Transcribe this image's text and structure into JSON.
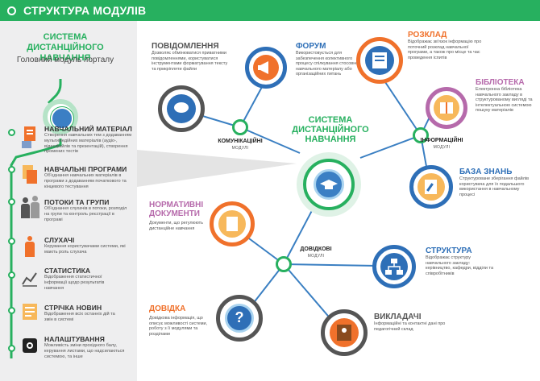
{
  "header": {
    "title": "СТРУКТУРА МОДУЛІВ"
  },
  "sidebar": {
    "title": "СИСТЕМА ДИСТАНЦІЙНОГО НАВЧАННЯ",
    "subtitle": "Головний модуль порталу",
    "items": [
      {
        "title": "НАВЧАЛЬНИЙ МАТЕРІАЛ",
        "desc": "Створення навчальних тем з додаванням мультимедійних матеріалів (аудіо-, відеофайлів та презентацій), створення промених тестів",
        "icon": "document-media-icon"
      },
      {
        "title": "НАВЧАЛЬНІ ПРОГРАМИ",
        "desc": "Об'єднання навчальних матеріалів в програми з додаванням початкового та кінцевого тестування",
        "icon": "documents-icon"
      },
      {
        "title": "ПОТОКИ ТА ГРУПИ",
        "desc": "Об'єднання слухачів в потоки, розподіл на групи та контроль реєстрації в програмі",
        "icon": "people-icon"
      },
      {
        "title": "СЛУХАЧІ",
        "desc": "Керування користувачами системи, які мають роль слухача",
        "icon": "person-icon"
      },
      {
        "title": "СТАТИСТИКА",
        "desc": "Відображення статистичної інформації щодо результатів навчання",
        "icon": "chart-icon"
      },
      {
        "title": "СТРІЧКА НОВИН",
        "desc": "Відображення всіх останніх дій та змін в системі",
        "icon": "news-icon"
      },
      {
        "title": "НАЛАШТУВАННЯ",
        "desc": "Можливість зміни прохідного балу, керування листами, що надсилаються системою, та інше",
        "icon": "settings-icon"
      }
    ]
  },
  "center": {
    "title": "СИСТЕМА ДИСТАНЦІЙНОГО НАВЧАННЯ"
  },
  "categories": {
    "communication": {
      "title": "КОМУНІКАЦІЙНІ",
      "sub": "МОДУЛІ"
    },
    "information": {
      "title": "ІНФОРМАЦІЙНІ",
      "sub": "МОДУЛІ"
    },
    "reference": {
      "title": "ДОВІДКОВІ",
      "sub": "МОДУЛІ"
    }
  },
  "modules": {
    "messages": {
      "title": "ПОВІДОМЛЕННЯ",
      "desc": "Дозволяє обмінюватися приватними повідомленнями, користуватися інструментами форматування тексту та прикріпляти файли"
    },
    "forum": {
      "title": "ФОРУМ",
      "desc": "Використовується для забезпечення колективного процесу спілкування стосовно навчального матеріалу або організаційних питань"
    },
    "schedule": {
      "title": "РОЗКЛАД",
      "desc": "Відображає зв'язок інформацію про поточний розклад навчальної програми, а також про місце та час проведення іспитів"
    },
    "library": {
      "title": "БІБЛІОТЕКА",
      "desc": "Електронна бібліотека навчального закладу в структурованому вигляді та інтелектуальною системою пошуку матеріалів"
    },
    "knowledge": {
      "title": "БАЗА ЗНАНЬ",
      "desc": "Структуроване зберігання файлів користувача для їх подальшого використання в навчальному процесі"
    },
    "normative": {
      "title": "НОРМАТИВНІ ДОКУМЕНТИ",
      "desc": "Документи, що регулюють дистанційне навчання"
    },
    "structure": {
      "title": "СТРУКТУРА",
      "desc": "Відображає структуру навчального закладу: керівництво, кафедри, відділи та співробітників"
    },
    "help": {
      "title": "ДОВІДКА",
      "desc": "Довідкова інформація, що описує можливості системи, роботу з її модулями та розділами"
    },
    "teachers": {
      "title": "ВИКЛАДАЧІ",
      "desc": "Інформаційні та контактні дані про педагогічний склад"
    }
  },
  "colors": {
    "green": "#27b05f",
    "orange": "#f0712b",
    "purple": "#b66aab",
    "blue": "#2e6fb7",
    "grey": "#8a8a8a"
  }
}
